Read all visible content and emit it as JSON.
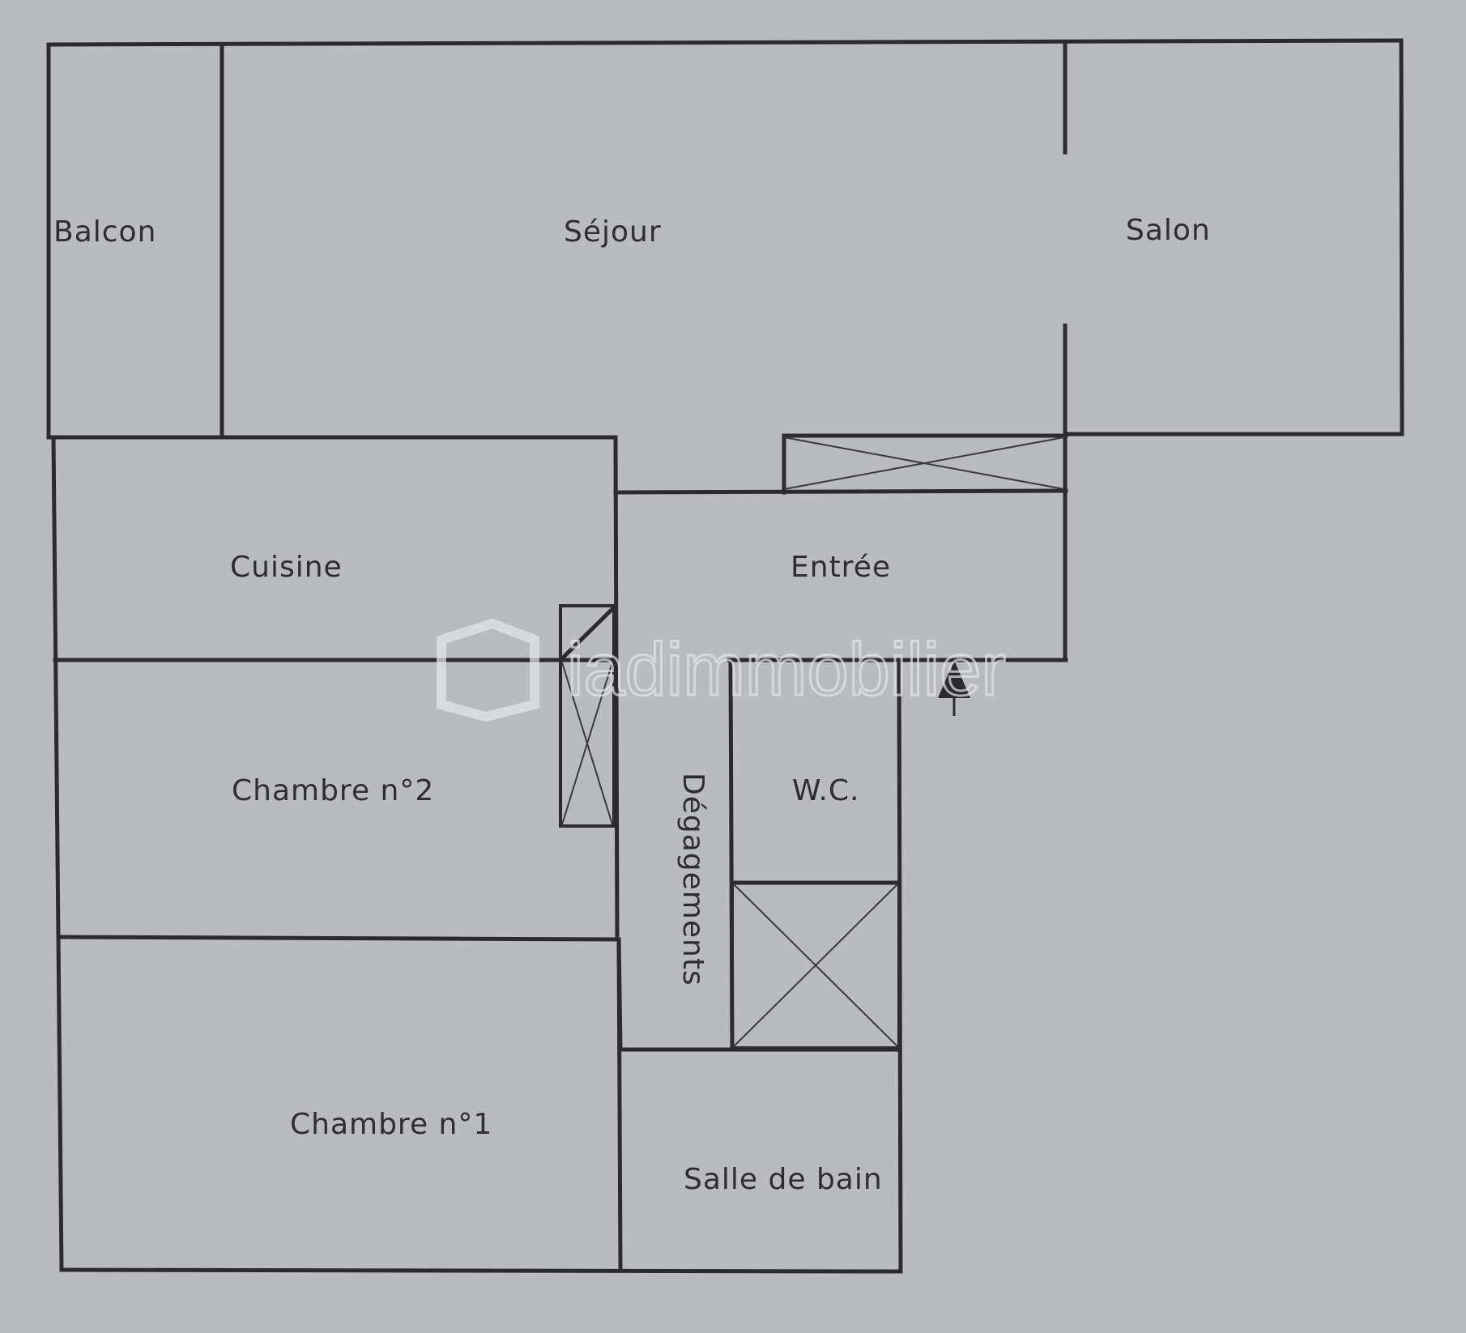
{
  "plan": {
    "rooms": {
      "balcon": "Balcon",
      "sejour": "Séjour",
      "salon": "Salon",
      "cuisine": "Cuisine",
      "entree": "Entrée",
      "chambre2": "Chambre n°2",
      "chambre1": "Chambre n°1",
      "degagements": "Dégagements",
      "wc": "W.C.",
      "salle_de_bain": "Salle de bain"
    },
    "watermark": "iadimmobilier",
    "entry_marker": "entrance-arrow-icon"
  },
  "colors": {
    "paper": "#b9bbbf",
    "walls": "#2b2b2d",
    "text": "#2e2e30",
    "watermark": "#e6e7ea"
  }
}
